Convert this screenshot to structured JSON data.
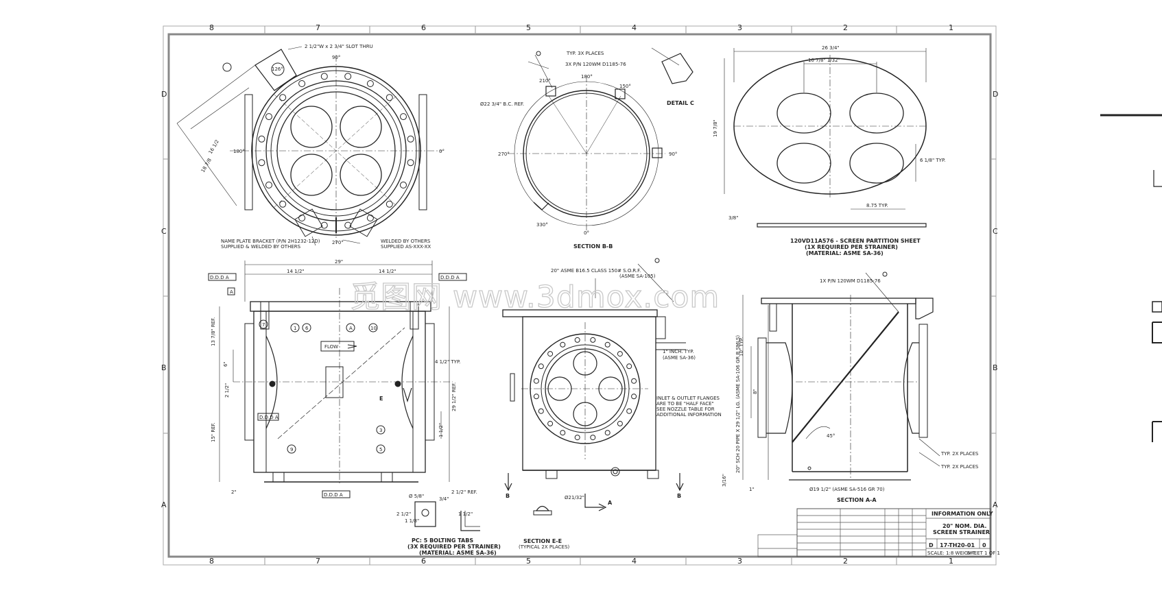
{
  "sheet": {
    "zones_h": [
      "8",
      "7",
      "6",
      "5",
      "4",
      "3",
      "2",
      "1"
    ],
    "zones_v": [
      "D",
      "C",
      "B",
      "A"
    ]
  },
  "labels": {
    "slot": "2 1/2\"W x 2 3/4\" SLOT THRU",
    "ang126": "126°",
    "ang90": "90°",
    "ang0": "0°",
    "ang180": "180°",
    "ang270": "270°",
    "dim16": "16 1/2",
    "dim18": "18 7/8",
    "nameplate1": "NAME PLATE BRACKET (P/N 2H1232-12D)",
    "nameplate2": "SUPPLIED & WELDED BY OTHERS",
    "welded1": "WELDED BY OTHERS",
    "welded2": "SUPPLIED AS-XXX-XX",
    "typ3x": "TYP. 3X PLACES",
    "pn3x": "3X P/N 120WM D1185-76",
    "bc": "Ø22 3/4\" B.C. REF.",
    "s210": "210°",
    "s180": "180°",
    "s150": "150°",
    "s270": "270°",
    "s90": "90°",
    "s330": "330°",
    "s0": "0°",
    "sectionBB": "SECTION B-B",
    "detailC": "DETAIL C",
    "partOd": "26 3/4\"",
    "partIn": "10 7/8\" 1/32\"",
    "partH": "19 7/8\"",
    "partTyp": "6 1/8\" TYP.",
    "partSpace": "8.75 TYP.",
    "partThk": "3/8\"",
    "partition1": "120VD11A576 - SCREEN PARTITION SHEET",
    "partition2": "(1X REQUIRED PER STRAINER)",
    "partition3": "(MATERIAL: ASME SA-36)",
    "w29": "29\"",
    "w14": "14 1/2\"",
    "w14b": "14 1/2\"",
    "datumA": "A",
    "fcf1": "D.D.D A",
    "fcf2": "D.D.D A",
    "fcf3": "D.D.D A",
    "fcf4": "D.D.D A",
    "h13": "13 7/8\" REF.",
    "h6": "6\"",
    "h2": "2 1/2\"",
    "h15": "15\" REF.",
    "h2b": "2\"",
    "h29r": "29 1/2\" REF.",
    "h4typ": "4 1/2\" TYP.",
    "h1": "1 1/2\"",
    "h2ref": "2 1/2\" REF.",
    "flow": "FLOW",
    "b1": "1",
    "b6": "6",
    "bA": "A",
    "b10": "10",
    "b7": "7",
    "b3": "3",
    "b5": "5",
    "b9": "9",
    "secE": "E",
    "pipe1": "20\" ASME B16.5 CLASS 150# S.O.R.F.",
    "pipe2": "(ASME SA-105)",
    "inch1": "1\" INCH. TYP.",
    "inch2": "(ASME SA-36)",
    "note1": "INLET & OUTLET FLANGES",
    "note2": "ARE TO BE \"HALF FACE\"",
    "note3": "SEE NOZZLE TABLE FOR",
    "note4": "ADDITIONAL INFORMATION",
    "secB1": "B",
    "secB2": "B",
    "secA": "A",
    "eDim": "Ø21/32\"",
    "sectionEE1": "SECTION E-E",
    "sectionEE2": "(TYPICAL 2X PLACES)",
    "tab1": "PC: 5 BOLTING TABS",
    "tab2": "(3X REQUIRED PER STRAINER)",
    "tab3": "(MATERIAL: ASME SA-36)",
    "tabDim1": "2 1/2\"",
    "tabDim2": "1 1/8\"",
    "tabDim3": "3/4\"",
    "tabDim4": "1 1/2\"",
    "tabDia": "Ø 5/8\"",
    "pnAA": "1X P/N 120WM D1185-76",
    "pipeAA": "20\" SCH 20 PIPE X 29 1/2\" LG. (ASME SA-106 GR B SMLS)",
    "h8": "8\"",
    "h10typ": "10\" TYP.",
    "ang45": "45°",
    "typ2x1": "TYP. 2X PLACES",
    "typ2x2": "TYP. 2X PLACES",
    "plateAA": "Ø19 1/2\" (ASME SA-516 GR 70)",
    "h3_16": "3/16\"",
    "h1AA": "1\"",
    "sectionAA": "SECTION A-A",
    "infoOnly": "INFORMATION ONLY",
    "tbTitle1": "20\" NOM. DIA.",
    "tbTitle2": "SCREEN STRAINER",
    "tbSize": "D",
    "tbDwg": "17-TH20-01",
    "tbRev": "0",
    "tbScale": "SCALE: 1:8   WEIGHT:",
    "tbSheet": "SHEET 1 OF 1"
  }
}
